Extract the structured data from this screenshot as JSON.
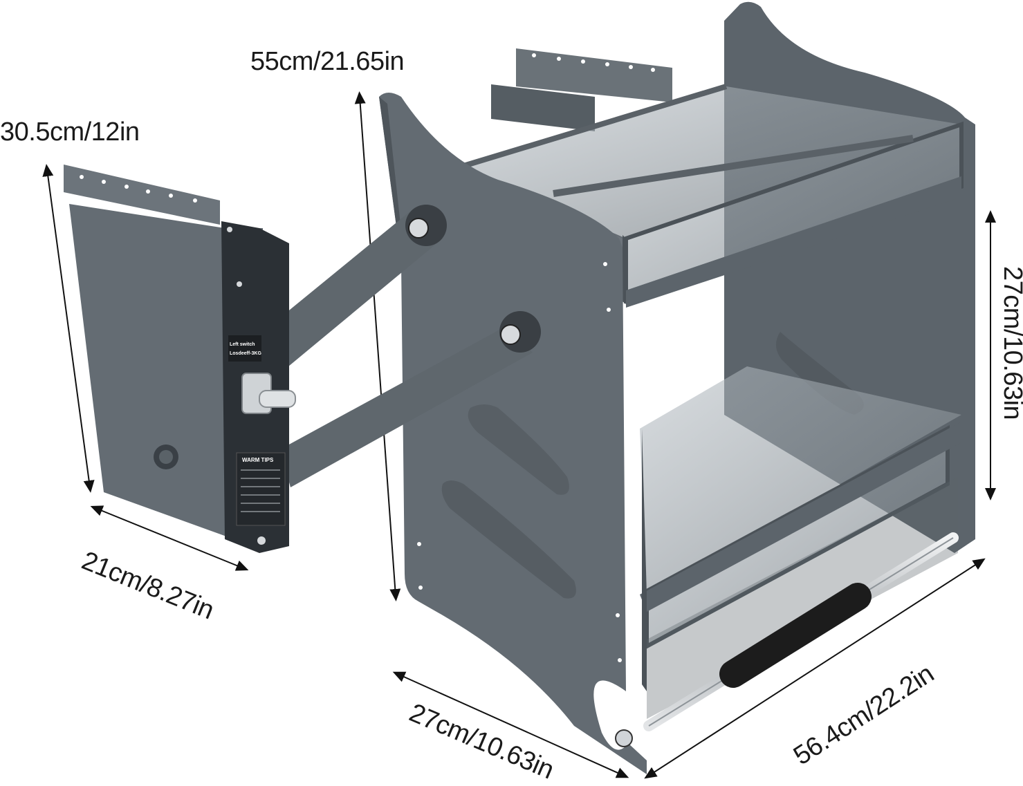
{
  "dimensions": {
    "overall_height": "55cm/21.65in",
    "mount_height": "30.5cm/12in",
    "mount_width": "21cm/8.27in",
    "depth": "27cm/10.63in",
    "width": "56.4cm/22.2in",
    "tier_height": "27cm/10.63in"
  },
  "labels": {
    "switch_line1": "Left switch",
    "switch_line2": "Losdeeff-3KG",
    "warm_tips": "WARM TIPS"
  },
  "colors": {
    "frame": "#5e666d",
    "frame_dark": "#454c52",
    "frame_light": "#767e85",
    "glass": "#8f989f",
    "steel": "#c9cdd1",
    "grip": "#1c1c1c"
  }
}
